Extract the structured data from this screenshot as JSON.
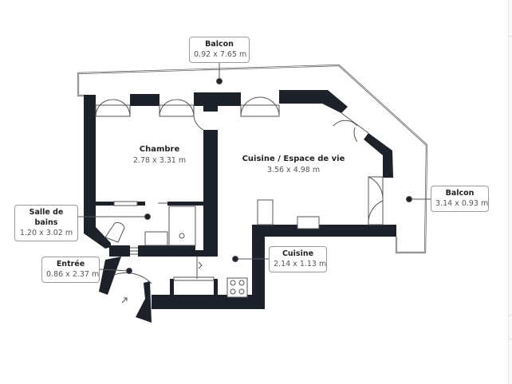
{
  "colors": {
    "wall": "#1d2129",
    "outline": "#555555",
    "label_border": "#9a9a9a"
  },
  "rooms": {
    "balcon_top": {
      "name": "Balcon",
      "dims": "0.92 x 7.65 m"
    },
    "chambre": {
      "name": "Chambre",
      "dims": "2.78 x 3.31 m"
    },
    "salle_de_bains": {
      "name": "Salle de bains",
      "dims": "1.20 x 3.02 m"
    },
    "entree": {
      "name": "Entrée",
      "dims": "0.86 x 2.37 m"
    },
    "cuisine_espace": {
      "name": "Cuisine / Espace de vie",
      "dims": "3.56 x 4.98 m"
    },
    "balcon_right": {
      "name": "Balcon",
      "dims": "3.14 x 0.93 m"
    },
    "cuisine": {
      "name": "Cuisine",
      "dims": "2.14 x 1.13 m"
    }
  }
}
